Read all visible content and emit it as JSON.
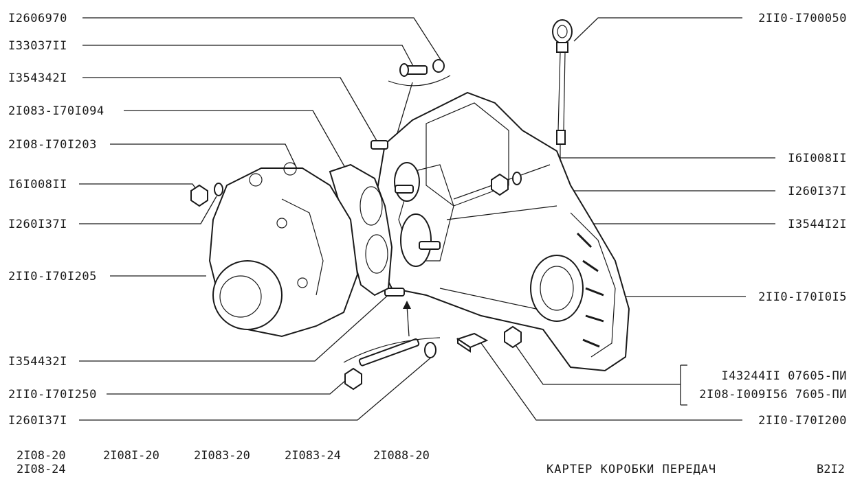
{
  "labels_left": [
    {
      "id": "l1",
      "text": "I2606970"
    },
    {
      "id": "l2",
      "text": "I33037II"
    },
    {
      "id": "l3",
      "text": "I354342I"
    },
    {
      "id": "l4",
      "text": "2I083-I70I094"
    },
    {
      "id": "l5",
      "text": "2I08-I70I203"
    },
    {
      "id": "l6",
      "text": "I6I008II"
    },
    {
      "id": "l7",
      "text": "I260I37I"
    },
    {
      "id": "l8",
      "text": "2II0-I70I205"
    },
    {
      "id": "l9",
      "text": "I354432I"
    },
    {
      "id": "l10",
      "text": "2II0-I70I250"
    },
    {
      "id": "l11",
      "text": "I260I37I"
    }
  ],
  "labels_right": [
    {
      "id": "r1",
      "text": "2II0-I700050"
    },
    {
      "id": "r2",
      "text": "I6I008II"
    },
    {
      "id": "r3",
      "text": "I260I37I"
    },
    {
      "id": "r4",
      "text": "I3544I2I"
    },
    {
      "id": "r5",
      "text": "2II0-I70I0I5"
    },
    {
      "id": "r6",
      "text": "I43244II 07605-ПИ"
    },
    {
      "id": "r7",
      "text": "2I08-I009I56 7605-ПИ"
    },
    {
      "id": "r8",
      "text": "2II0-I70I200"
    }
  ],
  "models": [
    "2I08-20",
    "2I08-24",
    "2I08I-20",
    "2I083-20",
    "2I083-24",
    "2I088-20"
  ],
  "title": "КАРТЕР КОРОБКИ ПЕРЕДАЧ",
  "page_code": "B2I2"
}
